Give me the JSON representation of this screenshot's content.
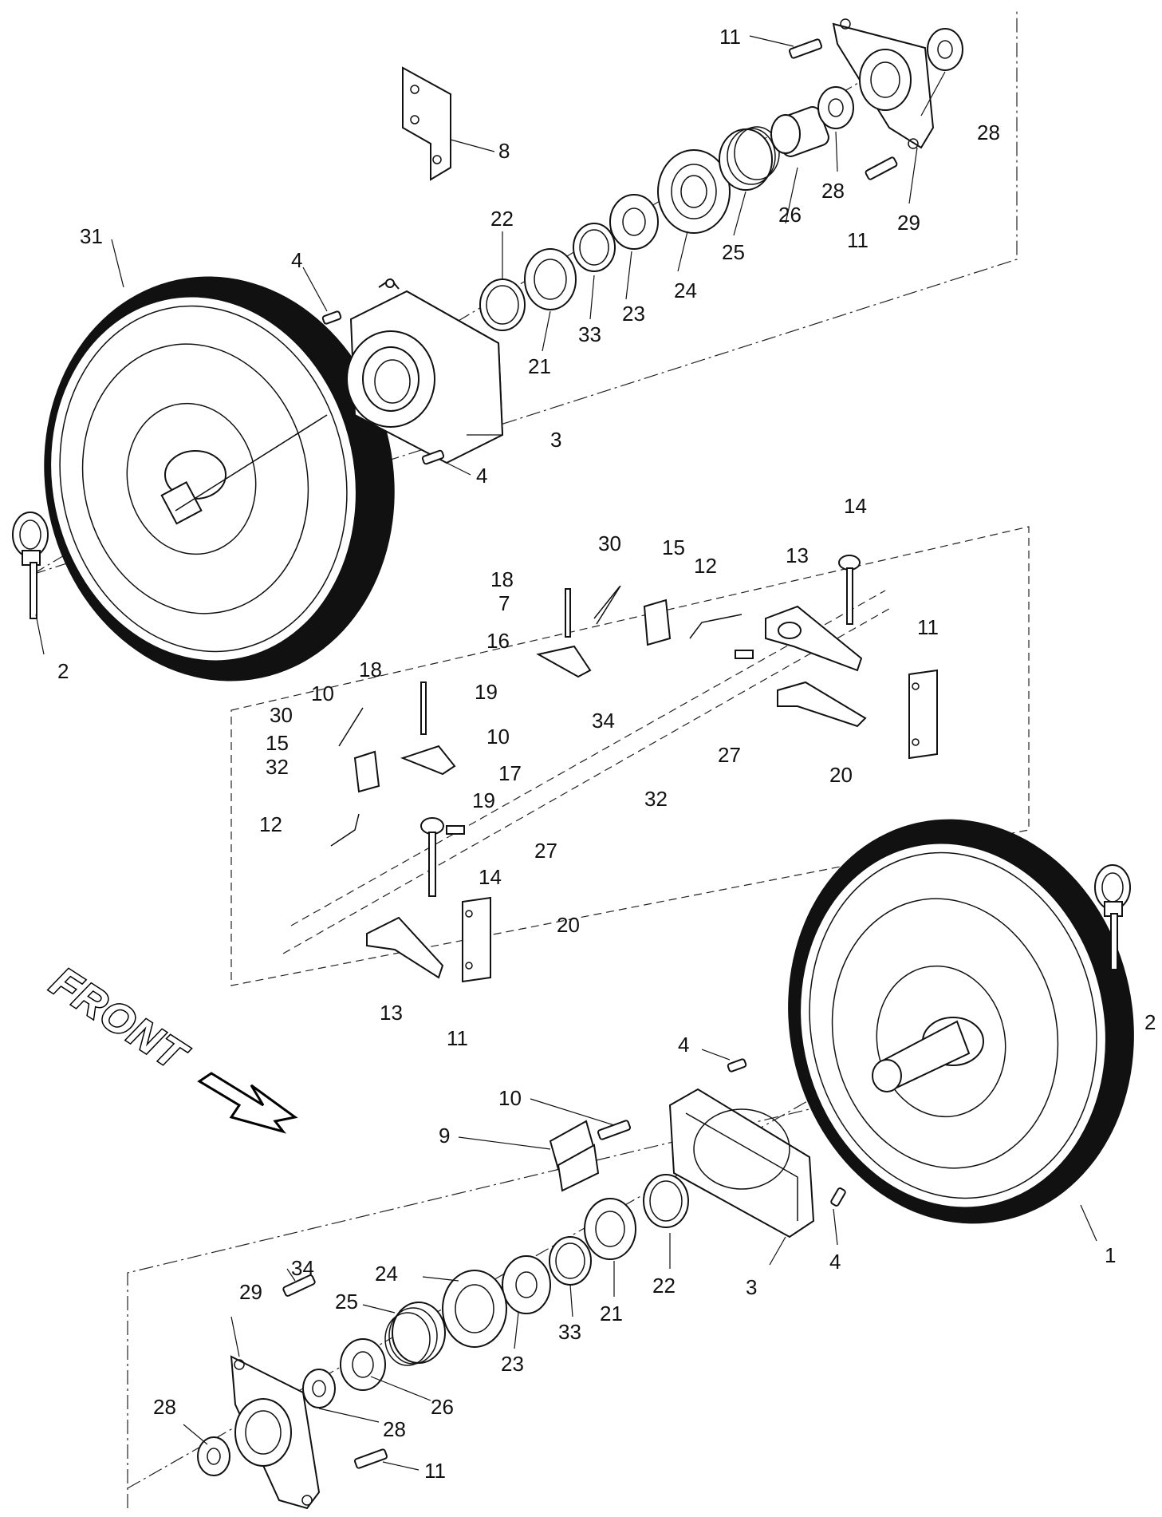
{
  "diagram": {
    "front_label": "FRONT",
    "callouts": {
      "c1": "1",
      "c2a": "2",
      "c2b": "2",
      "c3a": "3",
      "c3b": "3",
      "c4a": "4",
      "c4b": "4",
      "c4c": "4",
      "c4d": "4",
      "c7": "7",
      "c8": "8",
      "c9": "9",
      "c10a": "10",
      "c10b": "10",
      "c10c": "10",
      "c11a": "11",
      "c11b": "11",
      "c11c": "11",
      "c11d": "11",
      "c11e": "11",
      "c12a": "12",
      "c12b": "12",
      "c13a": "13",
      "c13b": "13",
      "c14a": "14",
      "c14b": "14",
      "c15a": "15",
      "c15b": "15",
      "c16": "16",
      "c17": "17",
      "c18a": "18",
      "c18b": "18",
      "c19a": "19",
      "c19b": "19",
      "c20a": "20",
      "c20b": "20",
      "c21a": "21",
      "c21b": "21",
      "c22a": "22",
      "c22b": "22",
      "c23a": "23",
      "c23b": "23",
      "c24a": "24",
      "c24b": "24",
      "c25a": "25",
      "c25b": "25",
      "c26a": "26",
      "c26b": "26",
      "c27a": "27",
      "c27b": "27",
      "c28a": "28",
      "c28b": "28",
      "c28c": "28",
      "c28d": "28",
      "c29a": "29",
      "c29b": "29",
      "c30a": "30",
      "c30b": "30",
      "c31": "31",
      "c32a": "32",
      "c32b": "32",
      "c33a": "33",
      "c33b": "33",
      "c34a": "34",
      "c34b": "34"
    }
  }
}
